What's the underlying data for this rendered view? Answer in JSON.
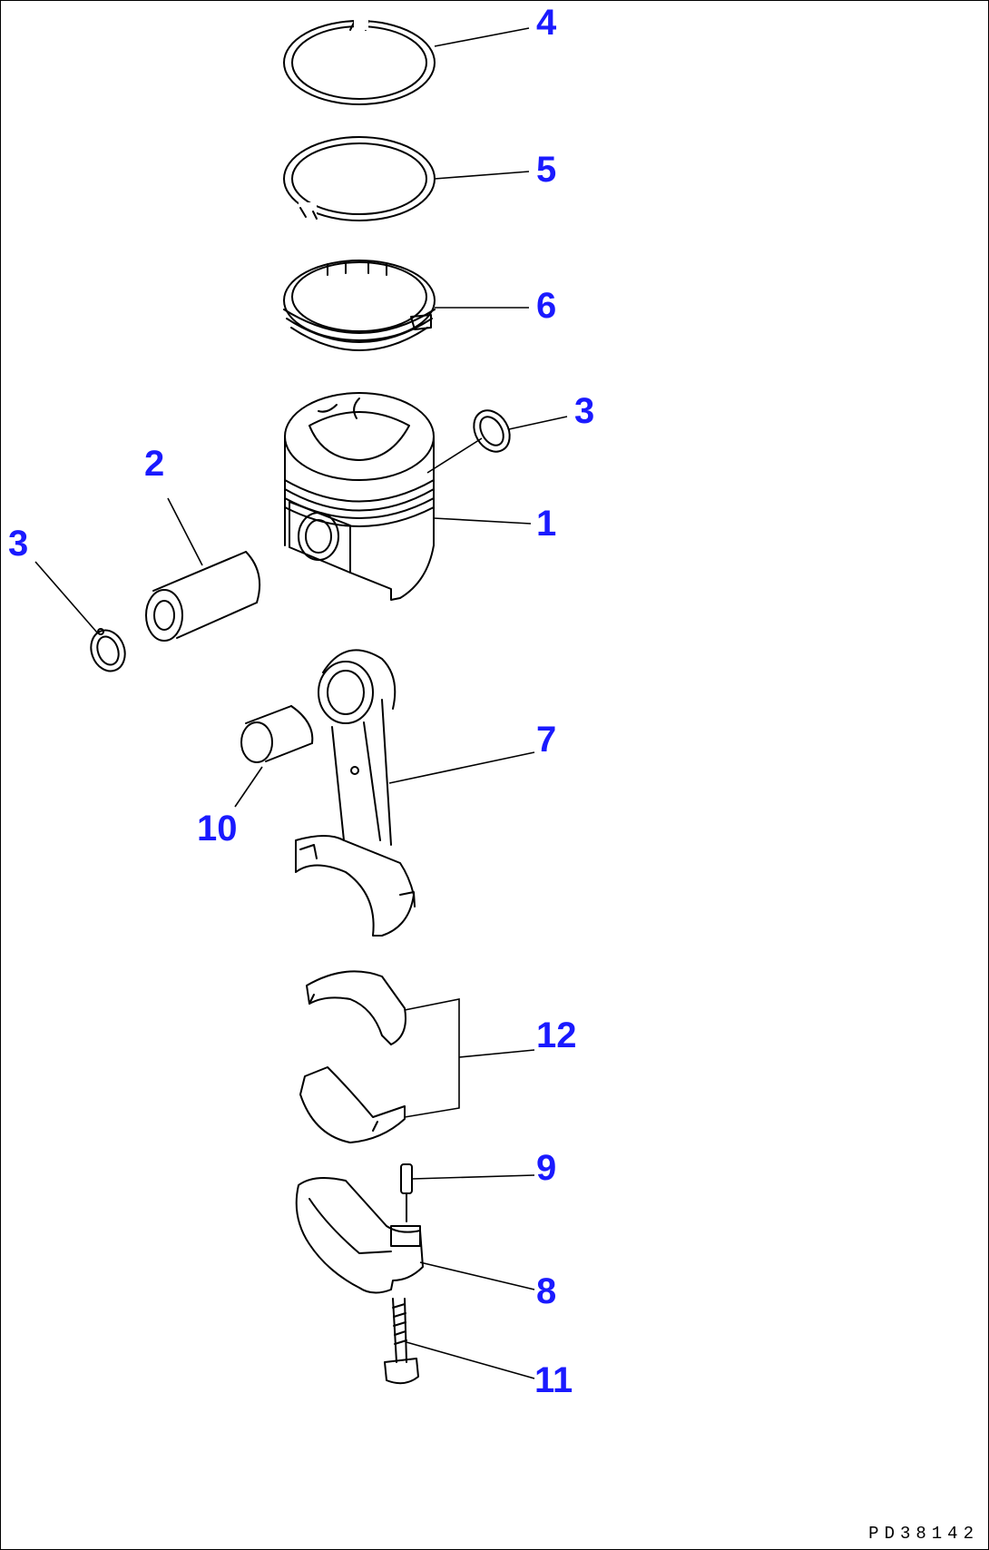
{
  "diagram": {
    "callouts": {
      "c4": "4",
      "c5": "5",
      "c6": "6",
      "c3_right": "3",
      "c2": "2",
      "c3_left": "3",
      "c1": "1",
      "c7": "7",
      "c10": "10",
      "c12": "12",
      "c9": "9",
      "c8": "8",
      "c11": "11"
    },
    "drawing_code": "PD38142",
    "callout_color": "#1a1aff",
    "line_color": "#000000"
  }
}
